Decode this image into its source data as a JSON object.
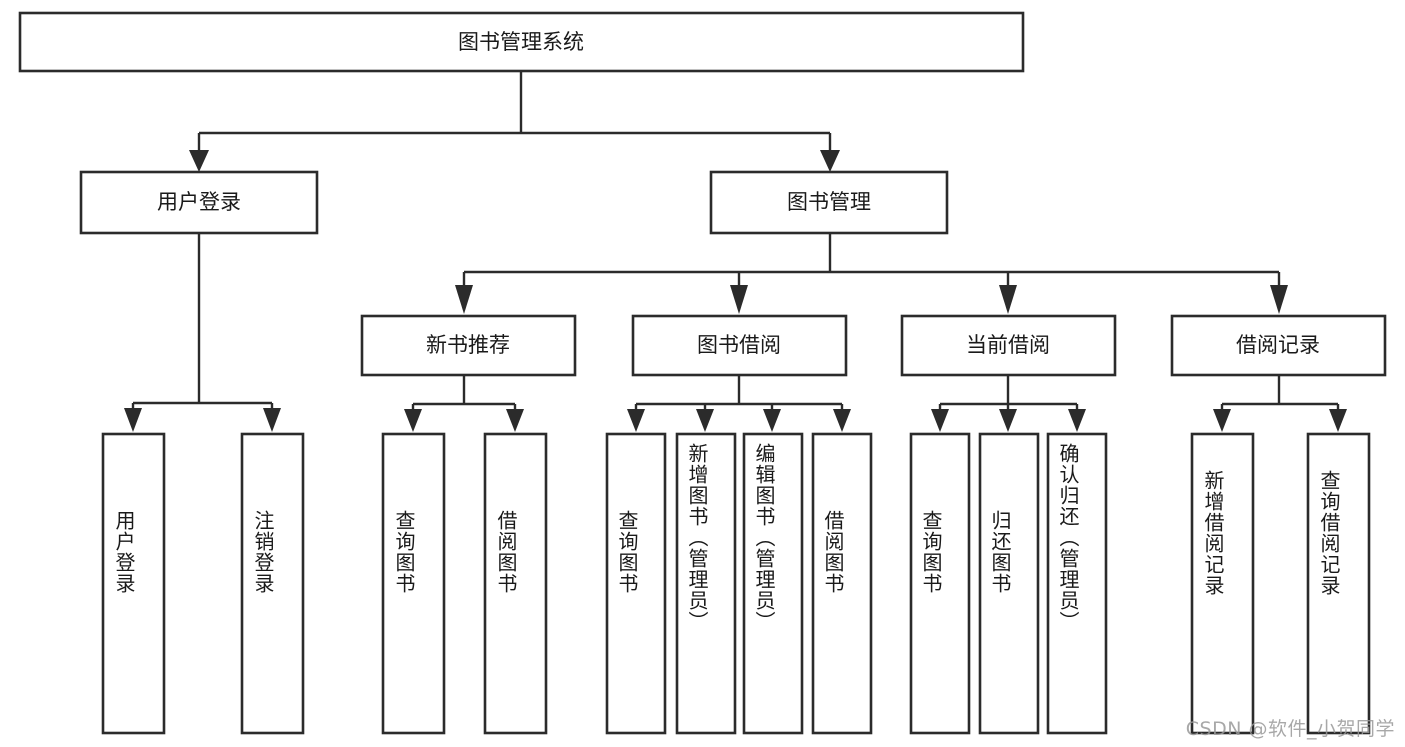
{
  "diagram": {
    "type": "tree-hierarchy",
    "title": "图书管理系统",
    "root": {
      "label": "图书管理系统",
      "id": "root",
      "children": [
        {
          "label": "用户登录",
          "id": "user-login",
          "children": [
            {
              "label": "用户登录",
              "id": "leaf-user-login"
            },
            {
              "label": "注销登录",
              "id": "leaf-logout"
            }
          ]
        },
        {
          "label": "图书管理",
          "id": "book-manage",
          "children": [
            {
              "label": "新书推荐",
              "id": "new-book-rec",
              "children": [
                {
                  "label": "查询图书",
                  "id": "leaf-query-book-1"
                },
                {
                  "label": "借阅图书",
                  "id": "leaf-borrow-book-1"
                }
              ]
            },
            {
              "label": "图书借阅",
              "id": "book-borrow",
              "children": [
                {
                  "label": "查询图书",
                  "id": "leaf-query-book-2"
                },
                {
                  "label": "新增图书（管理员）",
                  "id": "leaf-add-book"
                },
                {
                  "label": "编辑图书（管理员）",
                  "id": "leaf-edit-book"
                },
                {
                  "label": "借阅图书",
                  "id": "leaf-borrow-book-2"
                }
              ]
            },
            {
              "label": "当前借阅",
              "id": "current-borrow",
              "children": [
                {
                  "label": "查询图书",
                  "id": "leaf-query-book-3"
                },
                {
                  "label": "归还图书",
                  "id": "leaf-return-book"
                },
                {
                  "label": "确认归还（管理员）",
                  "id": "leaf-confirm-return"
                }
              ]
            },
            {
              "label": "借阅记录",
              "id": "borrow-record",
              "children": [
                {
                  "label": "新增借阅记录",
                  "id": "leaf-add-record"
                },
                {
                  "label": "查询借阅记录",
                  "id": "leaf-query-record"
                }
              ]
            }
          ]
        }
      ]
    }
  },
  "labels": {
    "root": "图书管理系统",
    "l1_user_login": "用户登录",
    "l1_book_manage": "图书管理",
    "l2_new_book_rec": "新书推荐",
    "l2_book_borrow": "图书借阅",
    "l2_current_borrow": "当前借阅",
    "l2_borrow_record": "借阅记录",
    "leaf_user_login": "用户登录",
    "leaf_logout": "注销登录",
    "leaf_query_book_1": "查询图书",
    "leaf_borrow_book_1": "借阅图书",
    "leaf_query_book_2": "查询图书",
    "leaf_add_book": "新增图书（管理员）",
    "leaf_edit_book": "编辑图书（管理员）",
    "leaf_borrow_book_2": "借阅图书",
    "leaf_query_book_3": "查询图书",
    "leaf_return_book": "归还图书",
    "leaf_confirm_return": "确认归还（管理员）",
    "leaf_add_record": "新增借阅记录",
    "leaf_query_record": "查询借阅记录"
  },
  "watermark": {
    "text": "CSDN @软件_小贺同学"
  },
  "colors": {
    "stroke": "#2b2b2b",
    "fill": "#ffffff",
    "text": "#1a1a1a",
    "watermark": "#9a9a9a",
    "background": "#ffffff"
  }
}
